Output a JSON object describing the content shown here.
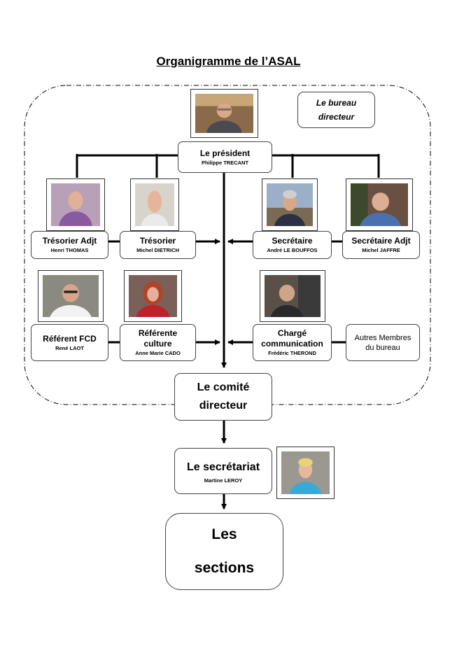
{
  "title": "Organigramme de l’ASAL",
  "bureau_label": "Le bureau directeur",
  "president": {
    "role": "Le président",
    "name": "Philippe TRECANT"
  },
  "members": [
    {
      "key": "tresorier-adjt",
      "role": "Trésorier Adjt",
      "name": "Henri THOMAS"
    },
    {
      "key": "tresorier",
      "role": "Trésorier",
      "name": "Michel DIETRICH"
    },
    {
      "key": "secretaire",
      "role": "Secrétaire",
      "name": "André LE BOUFFOS"
    },
    {
      "key": "secretaire-adjt",
      "role": "Secrétaire Adjt",
      "name": "Michel JAFFRE"
    },
    {
      "key": "referent-fcd",
      "role": "Référent FCD",
      "name": "René LAOT"
    },
    {
      "key": "referente-culture",
      "role": "Référente culture",
      "name": "Anne Marie CADO"
    },
    {
      "key": "charge-communication",
      "role": "Chargé communication",
      "name": "Frédéric THEROND"
    },
    {
      "key": "autres-membres",
      "role": "Autres Membres du bureau"
    }
  ],
  "comite": "Le comité directeur",
  "secretariat": {
    "role": "Le secrétariat",
    "name": "Martine LEROY"
  },
  "sections": "Les sections"
}
